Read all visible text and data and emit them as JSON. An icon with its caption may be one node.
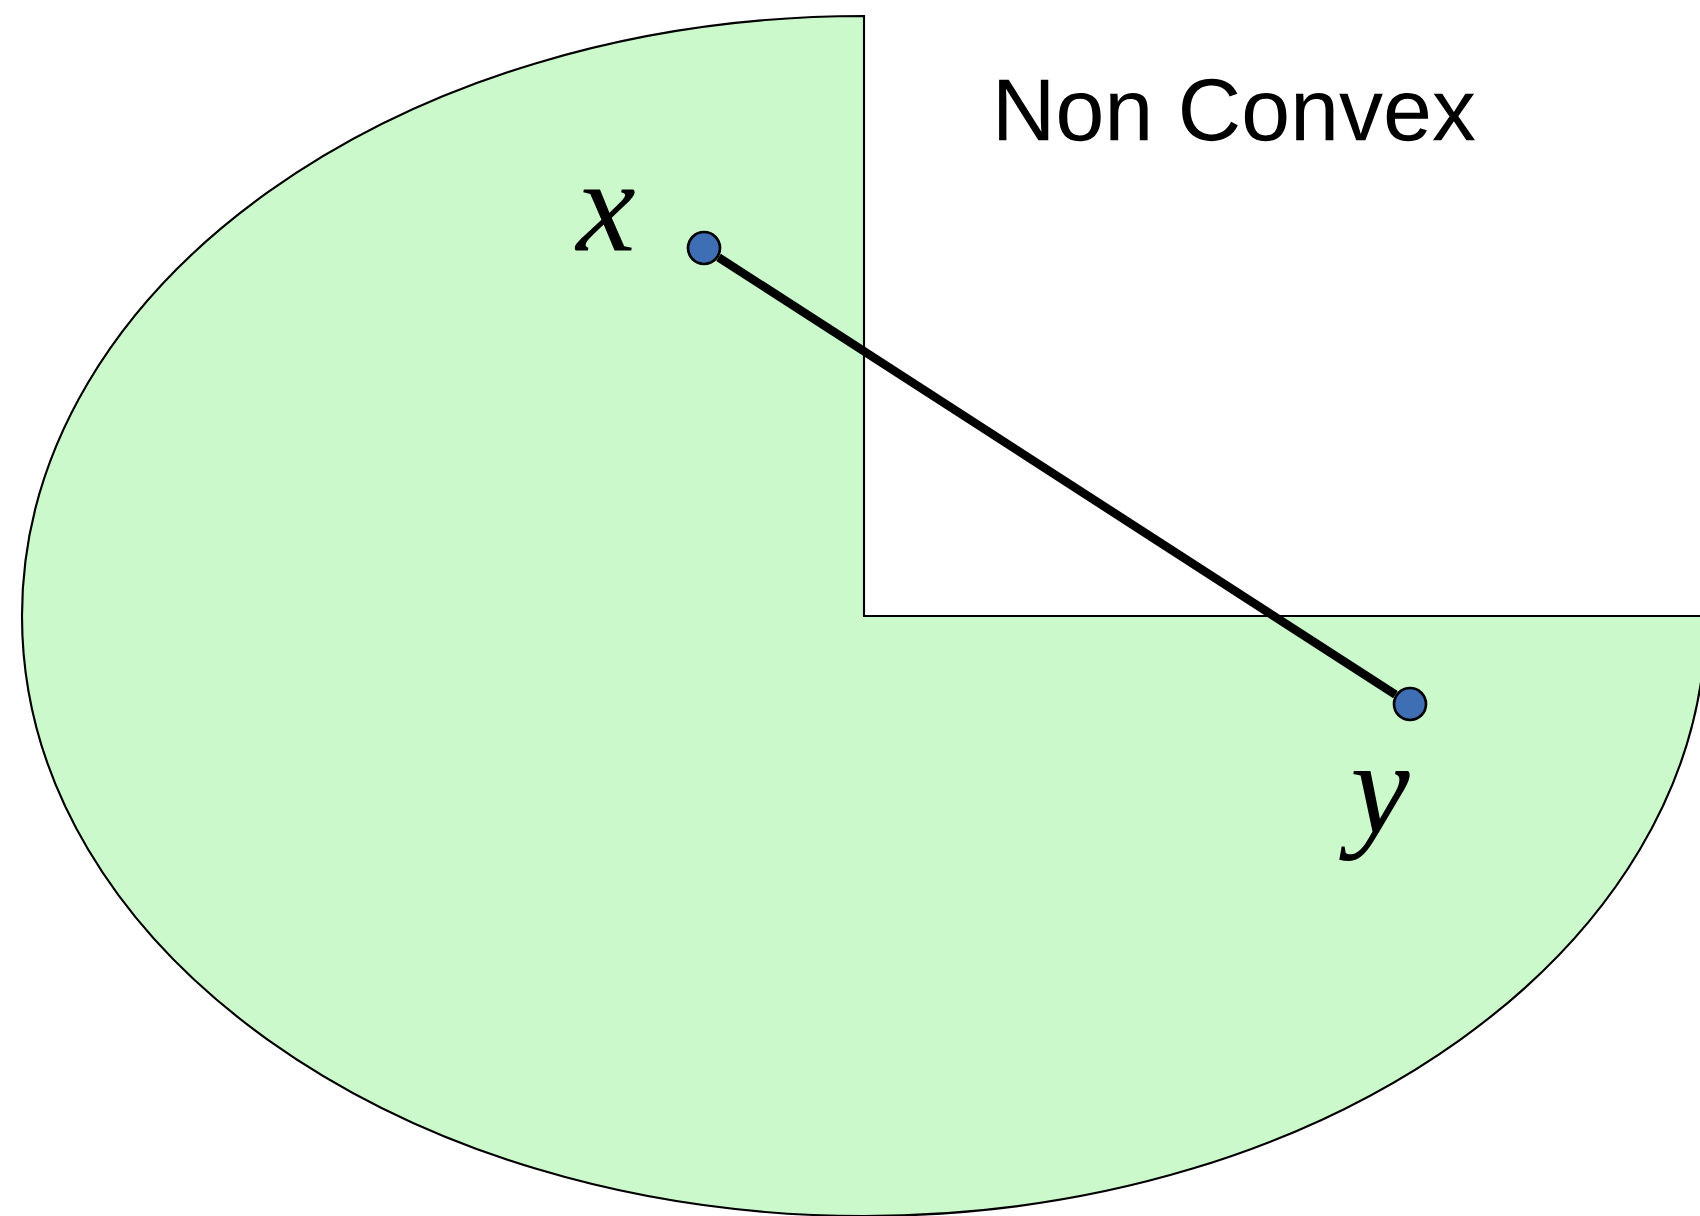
{
  "diagram": {
    "nodes": [
      {
        "text": [],
        "shape": "circle",
        "beside": [
          "x"
        ]
      },
      {
        "text": [],
        "shape": "circle",
        "beside": [
          "y"
        ]
      }
    ],
    "edges": [
      {
        "from": 0,
        "to": 1,
        "arrow": "none"
      }
    ],
    "labels": [
      "Non Convex"
    ]
  }
}
